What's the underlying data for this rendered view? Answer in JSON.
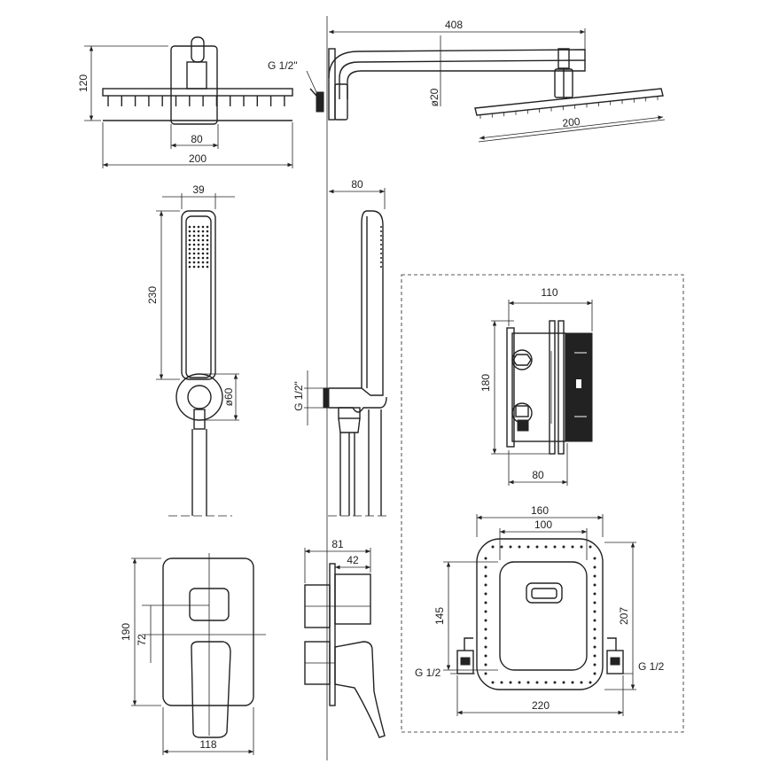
{
  "dimensions": {
    "arm_length": "408",
    "arm_diameter": "ø20",
    "head_width_side": "200",
    "inlet_thread_top": "G 1/2\"",
    "head_height": "120",
    "head_width_front": "200",
    "head_mount_width": "80",
    "handshower_width": "39",
    "handshower_length": "230",
    "holder_diameter": "ø60",
    "handshower_depth": "80",
    "outlet_thread": "G 1/2\"",
    "box_width": "110",
    "box_height": "180",
    "box_depth": "80",
    "frame_outer_width": "160",
    "frame_inner_width": "100",
    "frame_inner_height": "145",
    "frame_outer_height": "207",
    "frame_total_width": "220",
    "thread_left": "G 1/2",
    "thread_right": "G 1/2",
    "plate_height": "190",
    "knob_offset": "72",
    "plate_width": "118",
    "mixer_depth_total": "81",
    "mixer_depth_body": "42"
  }
}
